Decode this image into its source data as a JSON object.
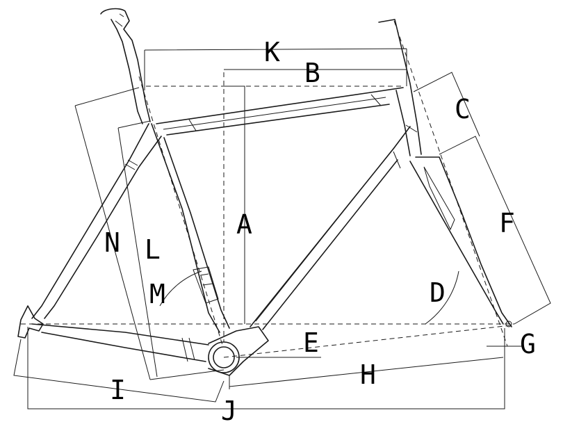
{
  "labels": {
    "A": "A",
    "B": "B",
    "C": "C",
    "D": "D",
    "E": "E",
    "F": "F",
    "G": "G",
    "H": "H",
    "I": "I",
    "J": "J",
    "K": "K",
    "L": "L",
    "M": "M",
    "N": "N"
  },
  "colors": {
    "line": "#1a1a1a",
    "background": "#ffffff"
  }
}
